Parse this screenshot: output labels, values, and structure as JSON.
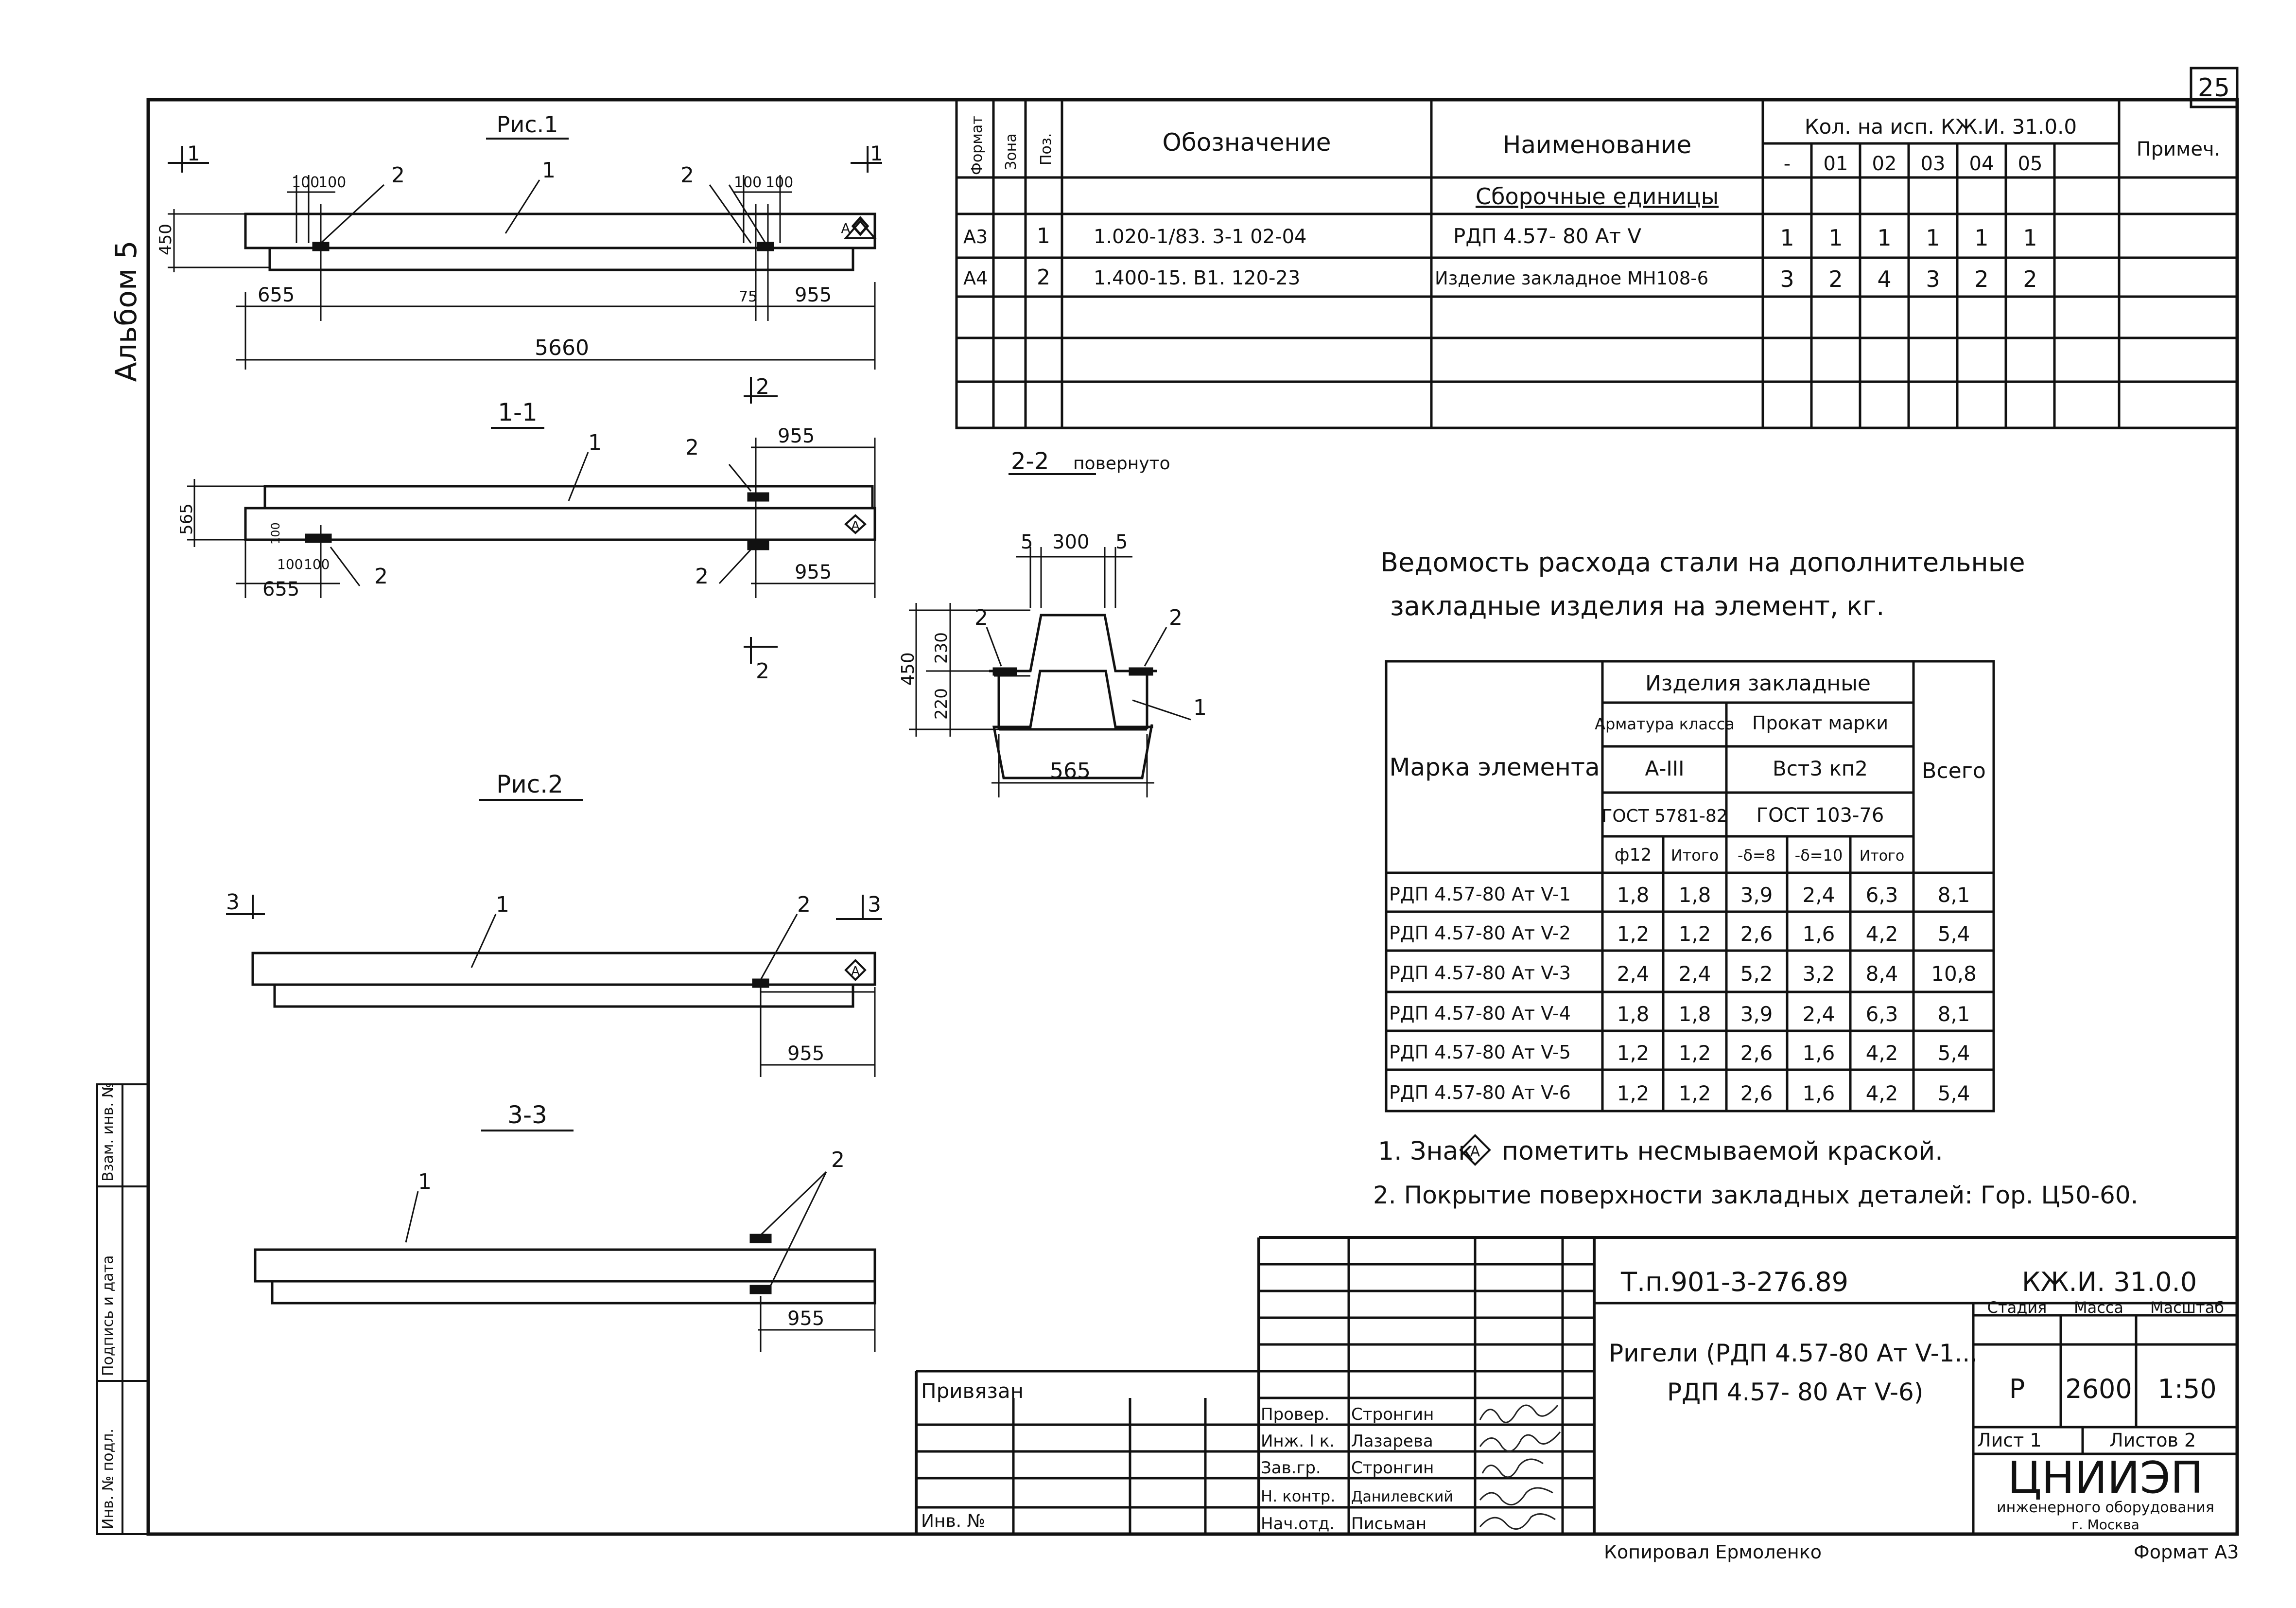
{
  "sheet": {
    "number": "25",
    "album": "Альбом 5",
    "bottom_note": "Копировал Ермоленко",
    "format": "Формат А3"
  },
  "side_stamp": {
    "labels": [
      "Инв. № подл.",
      "Подпись и дата",
      "Взам. инв. №"
    ]
  },
  "figures": {
    "fig1": {
      "title": "Рис.1",
      "section_mark": "1",
      "labels": {
        "pos1": "1",
        "pos2_left": "2",
        "pos2_right": "2",
        "section_right": "2"
      },
      "dims": {
        "height": "450",
        "left_offsets": [
          "100",
          "100"
        ],
        "right_offsets": [
          "100",
          "100"
        ],
        "left": "655",
        "right_small": "75",
        "right": "955",
        "total": "5660"
      }
    },
    "sec11": {
      "title": "1-1",
      "labels": {
        "pos1": "1",
        "pos2_top": "2",
        "pos2_bottom_left": "2",
        "pos2_bottom_right": "2",
        "section_mark": "2"
      },
      "dims": {
        "height": "565",
        "small_h": "100",
        "offsets": [
          "100",
          "100"
        ],
        "left": "655",
        "right_top": "955",
        "right_bottom": "955"
      }
    },
    "sec22": {
      "title": "2-2",
      "subtitle": "повернуто",
      "labels": {
        "pos1": "1",
        "pos2_left": "2",
        "pos2_right": "2"
      },
      "dims": {
        "top": "300",
        "side": "5",
        "height": "450",
        "upper": "230",
        "lower": "220",
        "width": "565"
      }
    },
    "fig2": {
      "title": "Рис.2",
      "section_mark": "3",
      "labels": {
        "pos1": "1",
        "pos2": "2"
      },
      "dims": {
        "right": "955"
      }
    },
    "sec33": {
      "title": "3-3",
      "labels": {
        "pos1": "1",
        "pos2": "2"
      },
      "dims": {
        "right": "955"
      }
    },
    "marker_glyph": "А"
  },
  "spec_table": {
    "headers": {
      "format": "Формат",
      "zone": "Зона",
      "pos": "Поз.",
      "designation": "Обозначение",
      "name": "Наименование",
      "qty": "Кол. на исп. КЖ.И. 31.0.0",
      "note": "Примеч."
    },
    "qty_columns": [
      "-",
      "01",
      "02",
      "03",
      "04",
      "05"
    ],
    "group": "Сборочные единицы",
    "rows": [
      {
        "format": "А3",
        "pos": "1",
        "designation": "1.020-1/83. 3-1      02-04",
        "name": "РДП 4.57- 80 Ат V",
        "qty": [
          "1",
          "1",
          "1",
          "1",
          "1",
          "1"
        ]
      },
      {
        "format": "А4",
        "pos": "2",
        "designation": "1.400-15. В1.   120-23",
        "name": "Изделие закладное МН108-6",
        "qty": [
          "3",
          "2",
          "4",
          "3",
          "2",
          "2"
        ]
      }
    ]
  },
  "steel_table": {
    "title_line1": "Ведомость расхода стали на дополнительные",
    "title_line2": "закладные изделия на элемент, кг.",
    "h_mark": "Марка элемента",
    "h_items": "Изделия закладные",
    "h_rebar": "Арматура класса",
    "h_rolled": "Прокат марки",
    "h_total": "Всего",
    "h_rebar_class": "А-III",
    "h_steel_grade": "Вст3 кп2",
    "h_gost1": "ГОСТ 5781-82",
    "h_gost2": "ГОСТ 103-76",
    "sub": [
      "ф12",
      "Итого",
      "-δ=8",
      "-δ=10",
      "Итого"
    ],
    "rows": [
      {
        "mark": "РДП 4.57-80 Ат V-1",
        "v": [
          "1,8",
          "1,8",
          "3,9",
          "2,4",
          "6,3",
          "8,1"
        ]
      },
      {
        "mark": "РДП 4.57-80 Ат V-2",
        "v": [
          "1,2",
          "1,2",
          "2,6",
          "1,6",
          "4,2",
          "5,4"
        ]
      },
      {
        "mark": "РДП 4.57-80 Ат V-3",
        "v": [
          "2,4",
          "2,4",
          "5,2",
          "3,2",
          "8,4",
          "10,8"
        ]
      },
      {
        "mark": "РДП 4.57-80 Ат V-4",
        "v": [
          "1,8",
          "1,8",
          "3,9",
          "2,4",
          "6,3",
          "8,1"
        ]
      },
      {
        "mark": "РДП 4.57-80 Ат V-5",
        "v": [
          "1,2",
          "1,2",
          "2,6",
          "1,6",
          "4,2",
          "5,4"
        ]
      },
      {
        "mark": "РДП 4.57-80 Ат V-6",
        "v": [
          "1,2",
          "1,2",
          "2,6",
          "1,6",
          "4,2",
          "5,4"
        ]
      }
    ]
  },
  "notes": {
    "n1_a": "1. Знак",
    "n1_b": "пометить несмываемой краской.",
    "n2": "2. Покрытие поверхности закладных деталей: Гор. Ц50-60."
  },
  "title_block": {
    "project": "Т.п.901-3-276.89",
    "code": "КЖ.И. 31.0.0",
    "name_line1": "Ригели (РДП 4.57-80 Ат V-1...",
    "name_line2": "РДП 4.57- 80 Ат V-6)",
    "stage_h": "Стадия",
    "mass_h": "Масса",
    "scale_h": "Масштаб",
    "stage": "Р",
    "mass": "2600",
    "scale": "1:50",
    "sheet": "Лист 1",
    "sheets": "Листов 2",
    "org": "ЦНИИЭП",
    "org_sub": "инженерного оборудования",
    "city": "г. Москва",
    "bound": "Привязан",
    "inv": "Инв. №",
    "staff": [
      {
        "role": "Провер.",
        "name": "Стронгин"
      },
      {
        "role": "Инж. I к.",
        "name": "Лазарева"
      },
      {
        "role": "Зав.гр.",
        "name": "Стронгин"
      },
      {
        "role": "Н. контр.",
        "name": "Данилевский"
      },
      {
        "role": "Нач.отд.",
        "name": "Письман"
      }
    ]
  }
}
